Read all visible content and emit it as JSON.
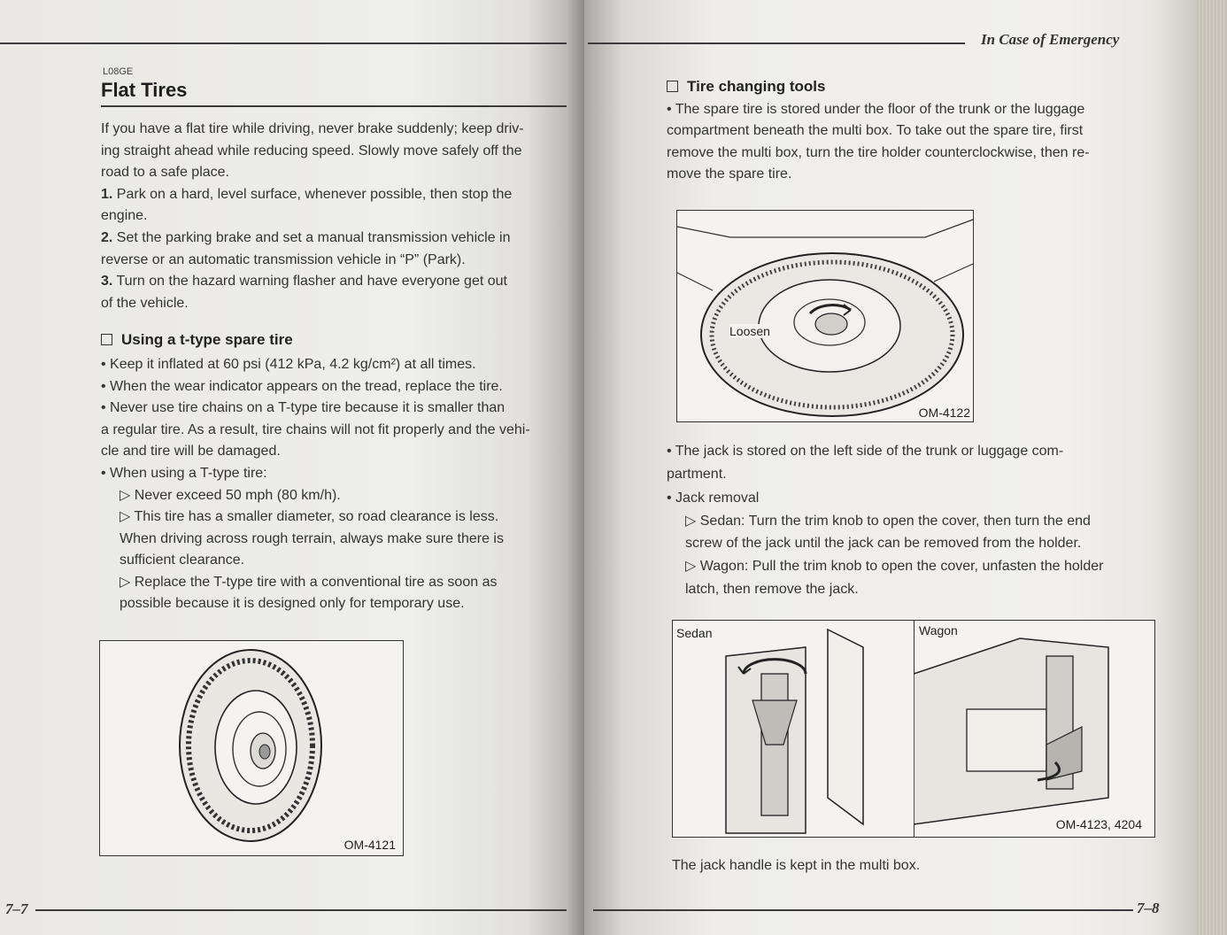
{
  "left_page": {
    "code": "L08GE",
    "title": "Flat Tires",
    "intro": [
      "If you have a flat tire while driving, never brake suddenly; keep driv-",
      "ing straight ahead while reducing speed. Slowly move safely off the",
      "road to a safe place."
    ],
    "steps": [
      {
        "num": "1.",
        "text": "Park on a hard, level surface, whenever possible, then stop the",
        "cont": "engine."
      },
      {
        "num": "2.",
        "text": "Set the parking brake and set a manual transmission vehicle in",
        "cont": "reverse or an automatic transmission vehicle in “P” (Park)."
      },
      {
        "num": "3.",
        "text": "Turn on the hazard warning flasher and have everyone get out",
        "cont": "of the vehicle."
      }
    ],
    "section_heading": "Using a t-type spare tire",
    "bullets": [
      "• Keep it inflated at 60 psi (412 kPa, 4.2 kg/cm²) at all times.",
      "• When the wear indicator appears on the tread, replace the tire.",
      "• Never use tire chains on a T-type tire because it is smaller than",
      "a regular tire. As a result, tire chains will not fit properly and the vehi-",
      "cle and tire will be damaged.",
      "• When using a T-type tire:"
    ],
    "sub_bullets": [
      "▷ Never exceed 50 mph (80 km/h).",
      "▷ This tire has a smaller diameter, so road clearance is less.",
      "When driving across rough terrain, always make sure there is",
      "sufficient clearance.",
      "▷ Replace the T-type tire with a conventional tire as soon as",
      "possible because it is designed only for temporary use."
    ],
    "figure_label": "OM-4121",
    "footer": "7–7"
  },
  "right_page": {
    "header": "In Case of Emergency",
    "section_heading": "Tire changing tools",
    "intro": [
      "• The spare tire is stored under the floor of the trunk or the luggage",
      "compartment beneath the multi box. To take out the spare tire, first",
      "remove the multi box, turn the tire holder counterclockwise, then re-",
      "move the spare tire."
    ],
    "figure1_callout": "Loosen",
    "figure1_label": "OM-4122",
    "jack_text": [
      "• The jack is stored on the left side of the trunk or luggage com-",
      "partment."
    ],
    "jack_removal_heading": "• Jack removal",
    "jack_steps": [
      "▷ Sedan: Turn the trim knob to open the cover, then turn the end",
      "screw of the jack until the jack can be removed from the holder.",
      "▷ Wagon: Pull the trim knob to open the cover, unfasten the holder",
      "latch, then remove the jack."
    ],
    "figure2_sedan": "Sedan",
    "figure2_wagon": "Wagon",
    "figure2_label": "OM-4123, 4204",
    "closing": "The jack handle is kept in the multi box.",
    "footer": "7–8"
  }
}
